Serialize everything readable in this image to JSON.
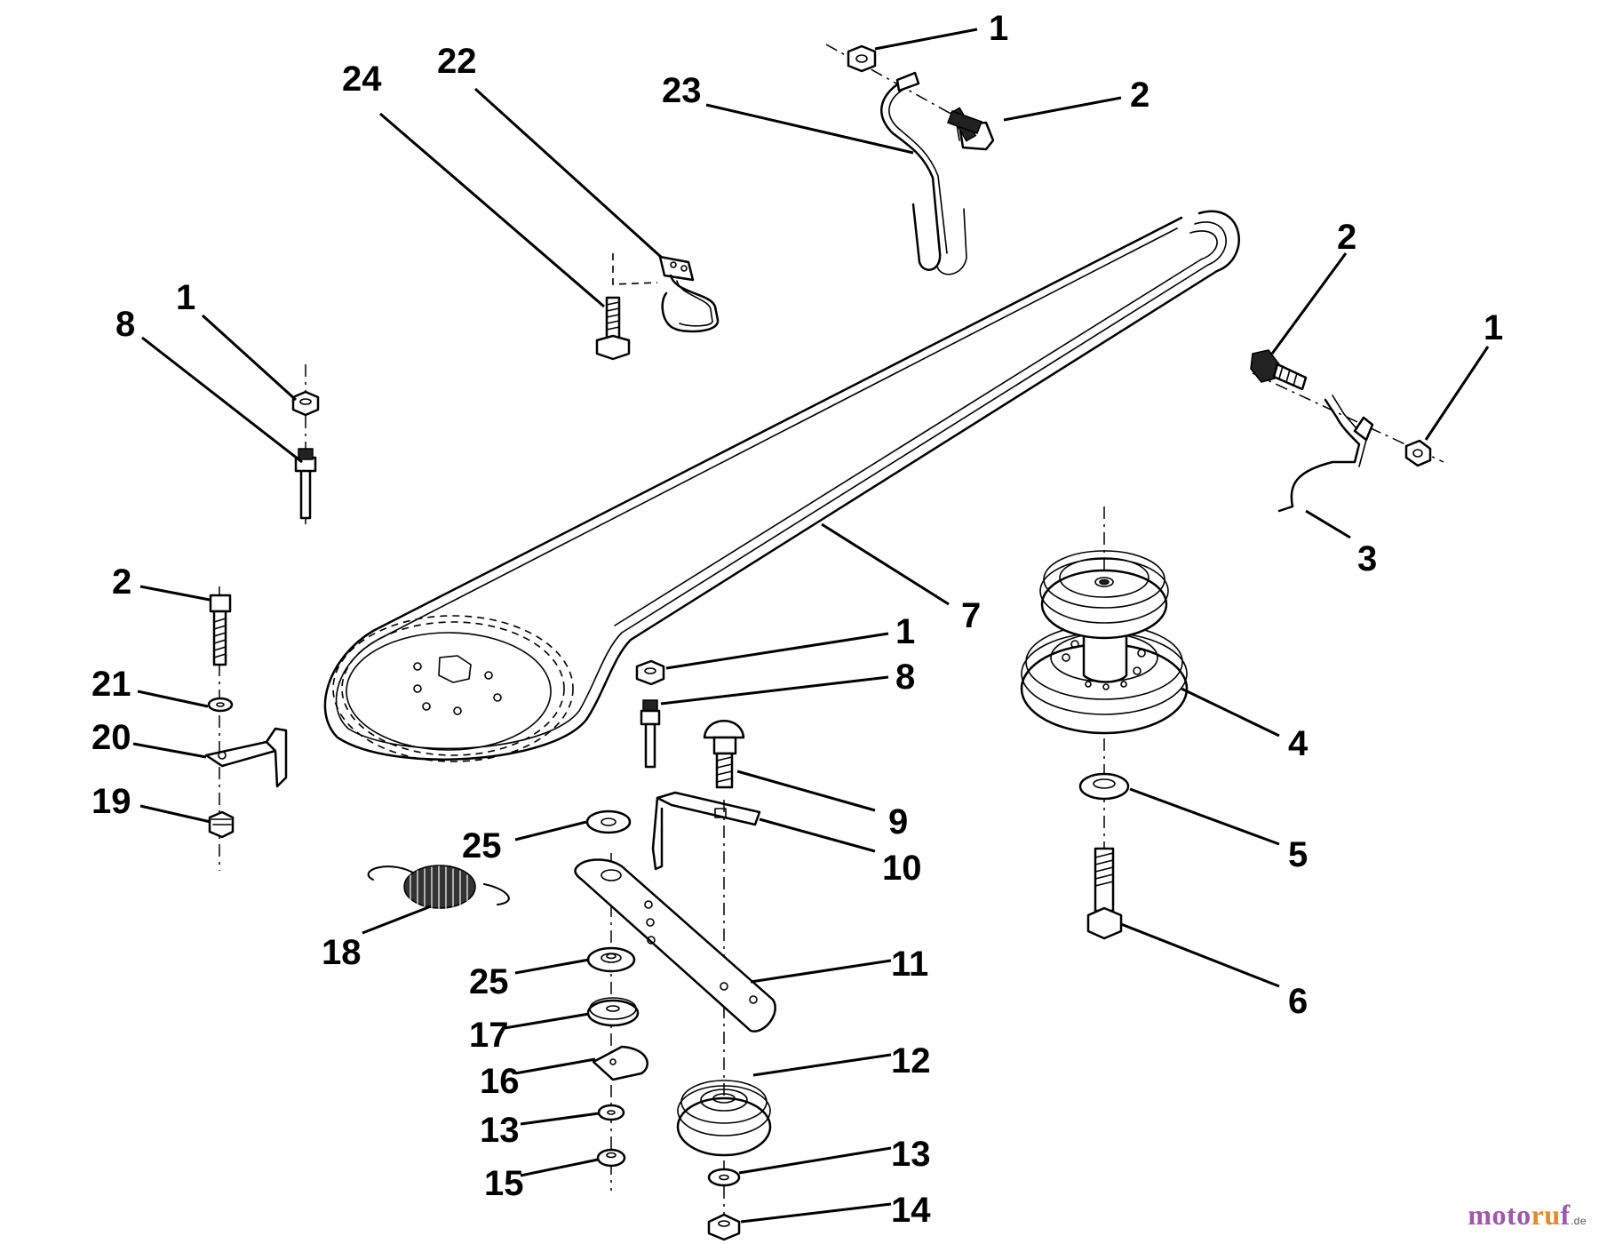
{
  "callouts": [
    {
      "id": "c1a",
      "label": "1"
    },
    {
      "id": "c2a",
      "label": "2"
    },
    {
      "id": "c23",
      "label": "23"
    },
    {
      "id": "c22",
      "label": "22"
    },
    {
      "id": "c24",
      "label": "24"
    },
    {
      "id": "c2b",
      "label": "2"
    },
    {
      "id": "c1b",
      "label": "1"
    },
    {
      "id": "c3",
      "label": "3"
    },
    {
      "id": "c1c",
      "label": "1"
    },
    {
      "id": "c8a",
      "label": "8"
    },
    {
      "id": "c7",
      "label": "7"
    },
    {
      "id": "c2c",
      "label": "2"
    },
    {
      "id": "c21",
      "label": "21"
    },
    {
      "id": "c20",
      "label": "20"
    },
    {
      "id": "c19",
      "label": "19"
    },
    {
      "id": "c1d",
      "label": "1"
    },
    {
      "id": "c8b",
      "label": "8"
    },
    {
      "id": "c4",
      "label": "4"
    },
    {
      "id": "c9",
      "label": "9"
    },
    {
      "id": "c10",
      "label": "10"
    },
    {
      "id": "c25a",
      "label": "25"
    },
    {
      "id": "c5",
      "label": "5"
    },
    {
      "id": "c18",
      "label": "18"
    },
    {
      "id": "c11",
      "label": "11"
    },
    {
      "id": "c25b",
      "label": "25"
    },
    {
      "id": "c6",
      "label": "6"
    },
    {
      "id": "c17",
      "label": "17"
    },
    {
      "id": "c12",
      "label": "12"
    },
    {
      "id": "c16",
      "label": "16"
    },
    {
      "id": "c13a",
      "label": "13"
    },
    {
      "id": "c13b",
      "label": "13"
    },
    {
      "id": "c15",
      "label": "15"
    },
    {
      "id": "c14",
      "label": "14"
    }
  ],
  "watermark": {
    "part1": "moto",
    "part2": "ru",
    "part3": "f",
    "tld": ".de"
  }
}
